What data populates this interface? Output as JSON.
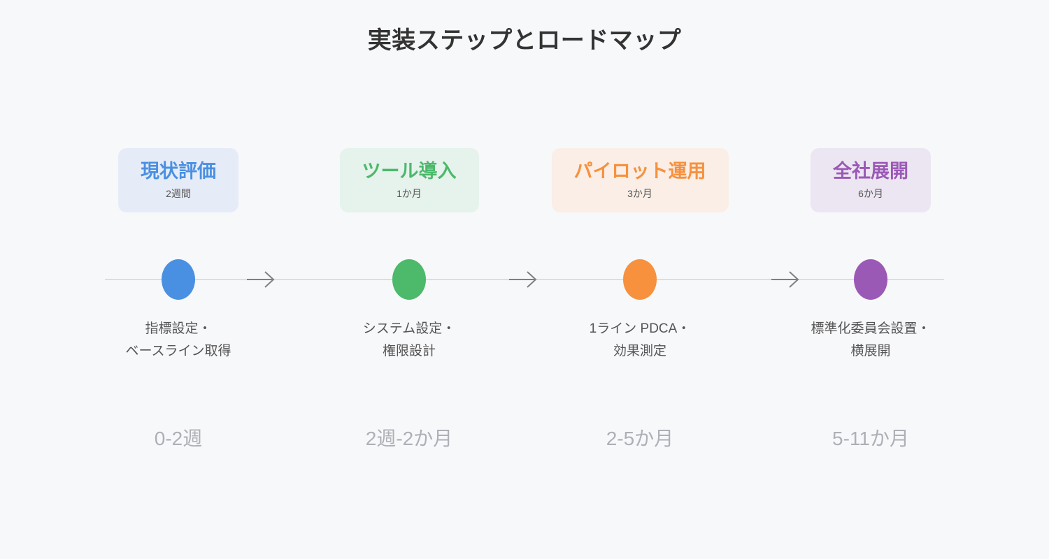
{
  "header": {
    "title": "実装ステップとロードマップ"
  },
  "colors": {
    "page_background": "#f7f8fa",
    "title_text": "#333333",
    "timeline_line": "#dddddd",
    "arrow": "#808080",
    "description_text": "#555555",
    "period_text": "#adb0b5"
  },
  "roadmap": {
    "phases": [
      {
        "title": "現状評価",
        "duration": "2週間",
        "description_line1": "指標設定・",
        "description_line2": "ベースライン取得",
        "period": "0-2週",
        "accent_color": "#4a90e2",
        "card_background": "#e6ecf7"
      },
      {
        "title": "ツール導入",
        "duration": "1か月",
        "description_line1": "システム設定・",
        "description_line2": "権限設計",
        "period": "2週-2か月",
        "accent_color": "#4cb96b",
        "card_background": "#e6f2ec"
      },
      {
        "title": "パイロット運用",
        "duration": "3か月",
        "description_line1": "1ライン PDCA・",
        "description_line2": "効果測定",
        "period": "2-5か月",
        "accent_color": "#f7913d",
        "card_background": "#faeee6"
      },
      {
        "title": "全社展開",
        "duration": "6か月",
        "description_line1": "標準化委員会設置・",
        "description_line2": "横展開",
        "period": "5-11か月",
        "accent_color": "#9b59b6",
        "card_background": "#ece6f2"
      }
    ],
    "connectors": [
      {
        "icon": "arrow-right-icon"
      },
      {
        "icon": "arrow-right-icon"
      },
      {
        "icon": "arrow-right-icon"
      }
    ]
  }
}
